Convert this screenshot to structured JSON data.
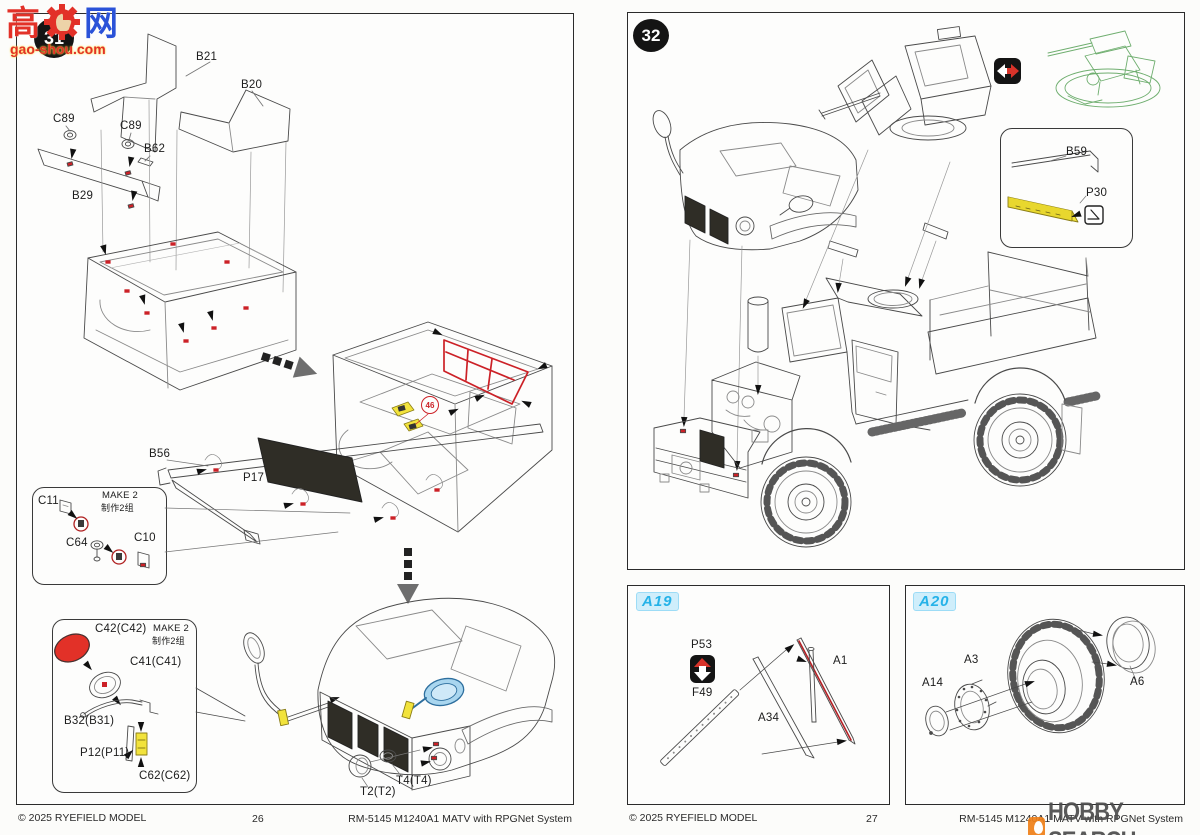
{
  "doc_type": "model-kit-instruction-sheet",
  "left_page": {
    "step_number": "31",
    "labels": {
      "b21": "B21",
      "b20": "B20",
      "c89a": "C89",
      "c89b": "C89",
      "b62": "B62",
      "b29": "B29",
      "b56": "B56",
      "p17": "P17",
      "ref_circle": "46",
      "t4": "T4(T4)",
      "t2": "T2(T2)"
    },
    "callout_clamps": {
      "make_note": "MAKE 2",
      "make_note_cn": "制作2组",
      "c11": "C11",
      "c64": "C64",
      "c10": "C10"
    },
    "callout_mirror": {
      "make_note": "MAKE 2",
      "make_note_cn": "制作2组",
      "c42": "C42(C42)",
      "c41": "C41(C41)",
      "b32": "B32(B31)",
      "p12": "P12(P11)",
      "c62": "C62(C62)"
    },
    "footer": {
      "copyright": "© 2025 RYEFIELD MODEL",
      "page_number": "26",
      "product": "RM-5145 M1240A1 MATV with RPGNet System"
    }
  },
  "right_page": {
    "step_number": "32",
    "callout_pe": {
      "b59": "B59",
      "p30": "P30"
    },
    "box_a19": {
      "tag": "A19",
      "p53": "P53",
      "f49": "F49",
      "a34": "A34",
      "a1": "A1"
    },
    "box_a20": {
      "tag": "A20",
      "a14": "A14",
      "a3": "A3",
      "a6": "A6"
    },
    "footer": {
      "copyright": "© 2025 RYEFIELD MODEL",
      "page_number": "27",
      "product": "RM-5145 M1240A1 MATV with RPGNet System"
    }
  },
  "watermarks": {
    "gaoshou_cn_left": "高",
    "gaoshou_cn_right": "网",
    "gaoshou_url": "gao-shou.com",
    "hobbysearch": "HOBBY SEARCH"
  },
  "icons": {
    "swap_icon": "left-right-option-arrows",
    "p53_icon": "up-down-orientation-arrows",
    "fold_icon": "bend-photoetch-part",
    "dashed_arrow": "assembly-direction-arrow"
  },
  "colors": {
    "highlight_red": "#cc2127",
    "highlight_yellow": "#f2e33c",
    "highlight_blue": "#a9d6ef",
    "lineart_green": "#6fae6f",
    "tag_cyan": "#25b2e8",
    "ink": "#4a4a4a"
  }
}
